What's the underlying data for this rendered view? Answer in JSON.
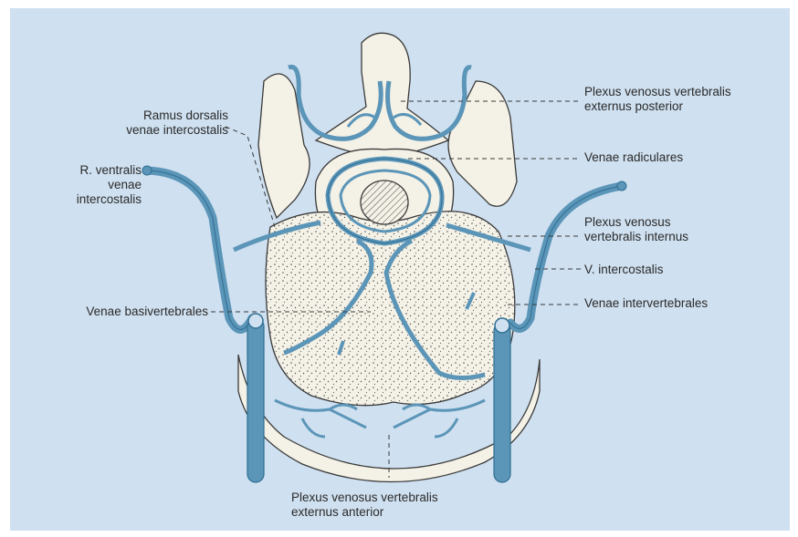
{
  "colors": {
    "background": "#cfe0f0",
    "vein": "#5b95b8",
    "vein_dark": "#2f6f93",
    "outline": "#3a3a3a",
    "bone": "#f4f1e6",
    "text": "#2a2a2a"
  },
  "labels": {
    "plexus_posterior": [
      "Plexus venosus vertebralis",
      "externus posterior"
    ],
    "ramus_dorsalis": [
      "Ramus dorsalis",
      "venae intercostalis"
    ],
    "r_ventralis": [
      "R. ventralis",
      "venae",
      "intercostalis"
    ],
    "venae_radiculares": "Venae radiculares",
    "plexus_internus": [
      "Plexus venosus",
      "vertebralis internus"
    ],
    "v_intercostalis": "V. intercostalis",
    "venae_intervertebrales": "Venae intervertebrales",
    "venae_basivertebrales": "Venae basivertebrales",
    "plexus_anterior": [
      "Plexus venosus vertebralis",
      "externus anterior"
    ]
  }
}
